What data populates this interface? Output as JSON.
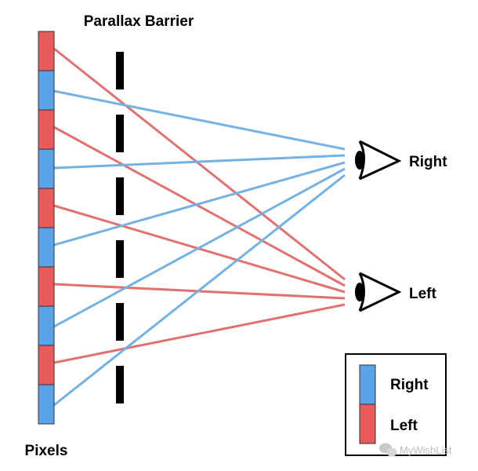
{
  "title": "Parallax Barrier",
  "pixels_label": "Pixels",
  "eyes": [
    {
      "id": "right",
      "label": "Right"
    },
    {
      "id": "left",
      "label": "Left"
    }
  ],
  "pixel_columns": [
    "left",
    "right",
    "left",
    "right",
    "left",
    "right",
    "left",
    "right",
    "left",
    "right"
  ],
  "barrier_segments": 6,
  "legend": [
    {
      "label": "Right",
      "color": "#5aa3e8"
    },
    {
      "label": "Left",
      "color": "#e95b5b"
    }
  ],
  "colors": {
    "right": "#5aa3e8",
    "left": "#e95b5b",
    "ray_right": "#74b2e3",
    "ray_left": "#e27171",
    "barrier": "#000000"
  },
  "watermark": "MyWishList"
}
